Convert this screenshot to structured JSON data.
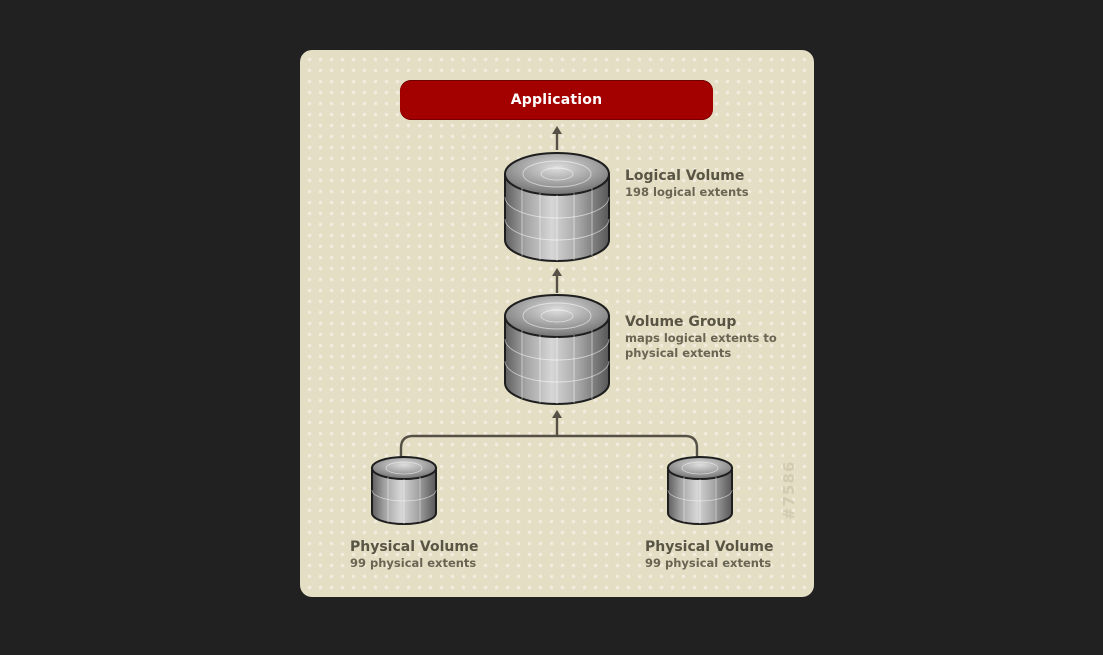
{
  "diagram": {
    "application": {
      "label": "Application"
    },
    "logical_volume": {
      "title": "Logical Volume",
      "detail": "198 logical extents"
    },
    "volume_group": {
      "title": "Volume Group",
      "detail_line1": "maps logical extents to",
      "detail_line2": "physical extents"
    },
    "physical_volumes": [
      {
        "title": "Physical Volume",
        "detail": "99 physical extents"
      },
      {
        "title": "Physical Volume",
        "detail": "99 physical extents"
      }
    ],
    "figure_id": "#7586"
  },
  "colors": {
    "background": "#212121",
    "card": "#e4dec4",
    "application_fill": "#a30000",
    "text": "#595544",
    "connector": "#555147"
  },
  "icons": [
    "disk-cylinder-icon",
    "arrow-up-icon"
  ]
}
